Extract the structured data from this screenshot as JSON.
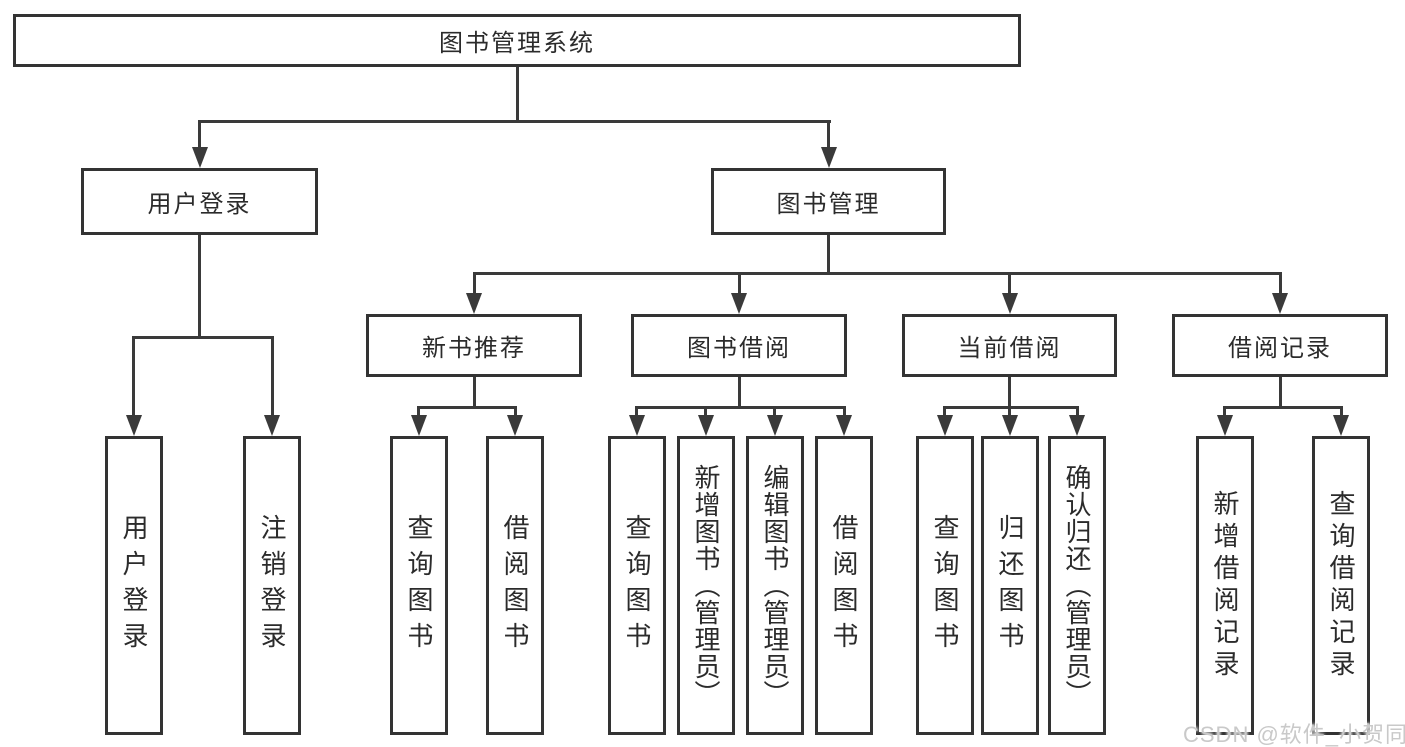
{
  "colors": {
    "line": "#3a3a3a",
    "box-border": "#333333",
    "text": "#2b2b2b",
    "watermark": "#c9c9c9",
    "background": "#ffffff"
  },
  "tree": {
    "root": {
      "label": "图书管理系统"
    },
    "branches": [
      {
        "label": "用户登录",
        "children": [
          {
            "label": "用户登录"
          },
          {
            "label": "注销登录"
          }
        ]
      },
      {
        "label": "图书管理",
        "groups": [
          {
            "label": "新书推荐",
            "children": [
              {
                "label": "查询图书"
              },
              {
                "label": "借阅图书"
              }
            ]
          },
          {
            "label": "图书借阅",
            "children": [
              {
                "label": "查询图书"
              },
              {
                "label": "新增图书（管理员）"
              },
              {
                "label": "编辑图书（管理员）"
              },
              {
                "label": "借阅图书"
              }
            ]
          },
          {
            "label": "当前借阅",
            "children": [
              {
                "label": "查询图书"
              },
              {
                "label": "归还图书"
              },
              {
                "label": "确认归还（管理员）"
              }
            ]
          },
          {
            "label": "借阅记录",
            "children": [
              {
                "label": "新增借阅记录"
              },
              {
                "label": "查询借阅记录"
              }
            ]
          }
        ]
      }
    ]
  },
  "watermark": {
    "text": "CSDN @软件_小贺同学"
  }
}
